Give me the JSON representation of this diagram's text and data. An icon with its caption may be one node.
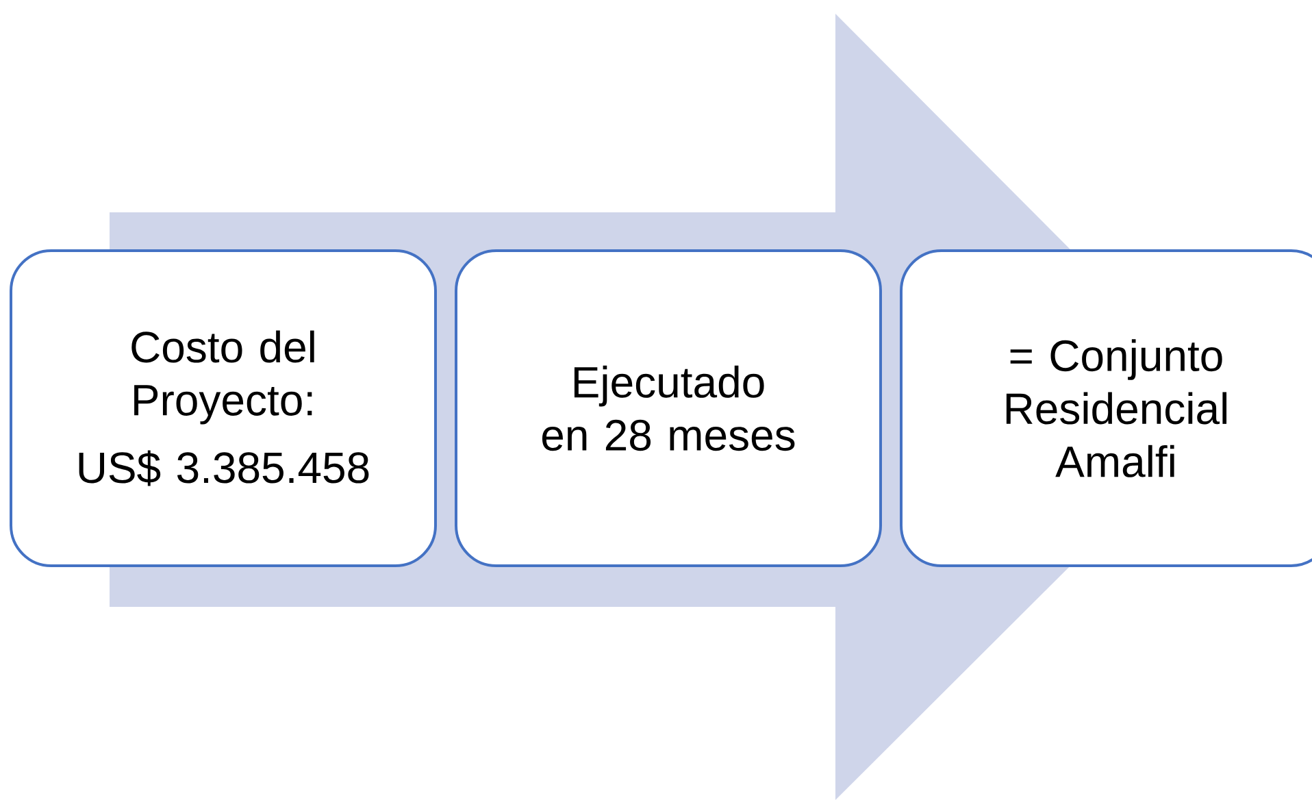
{
  "diagram": {
    "nodes": [
      {
        "text": [
          "Costo del Proyecto:",
          "US$ 3.385.458"
        ]
      },
      {
        "text": [
          "Ejecutado en 28 meses"
        ]
      },
      {
        "text": [
          "= Conjunto Residencial Amalfi"
        ]
      }
    ],
    "edges": [
      {
        "from": 0,
        "to": 2,
        "arrow": "to"
      }
    ]
  }
}
